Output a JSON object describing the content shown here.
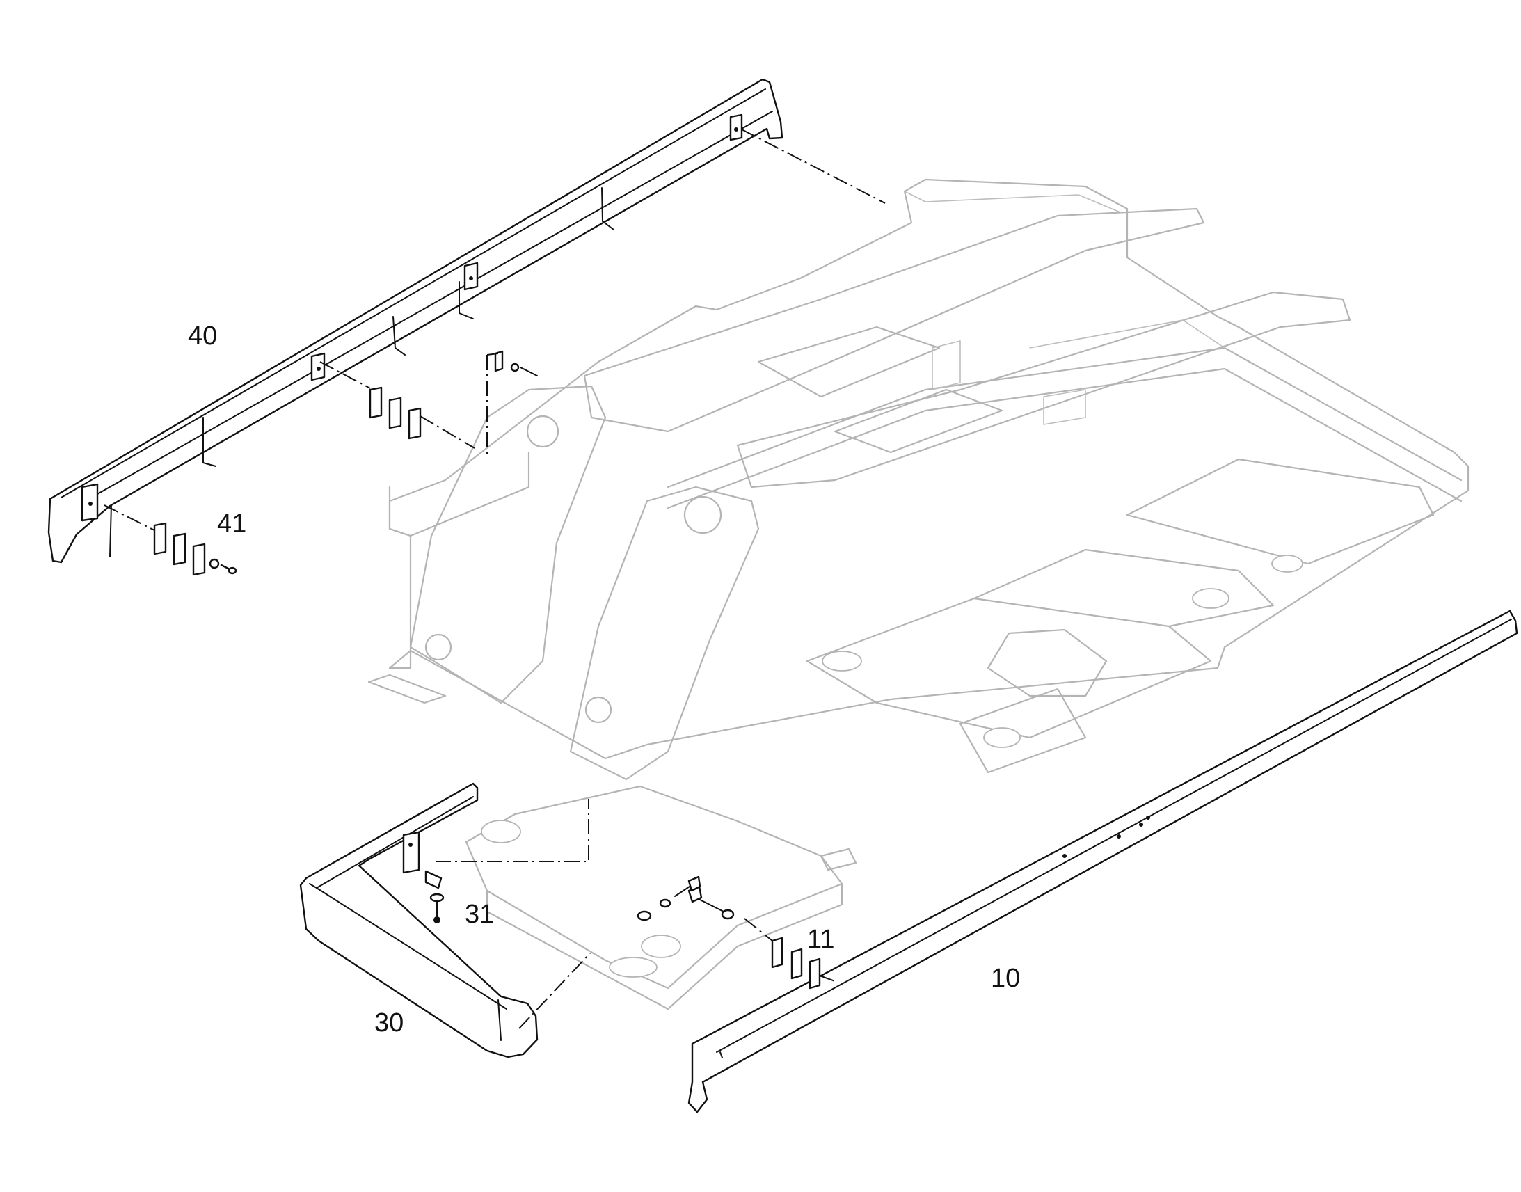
{
  "callouts": {
    "c10": "10",
    "c11": "11",
    "c30": "30",
    "c31": "31",
    "c40": "40",
    "c41": "41"
  },
  "colors": {
    "frame_outline": "#b4b4b4",
    "part_outline": "#111111",
    "background": "#ffffff"
  }
}
